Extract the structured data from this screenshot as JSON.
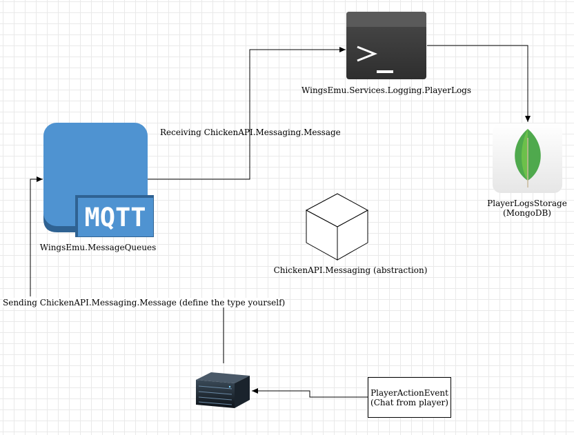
{
  "nodes": {
    "terminal": {
      "label": "WingsEmu.Services.Logging.PlayerLogs",
      "icon": "terminal-icon",
      "glyph": ">_"
    },
    "mqtt": {
      "label": "WingsEmu.MessageQueues",
      "badge": "MQTT",
      "icon": "mqtt-broker-icon",
      "color": "#4f93d1"
    },
    "mongodb": {
      "label_line1": "PlayerLogsStorage",
      "label_line2": "(MongoDB)",
      "icon": "mongodb-leaf-icon",
      "color": "#4fa94d"
    },
    "abstraction": {
      "label": "ChickenAPI.Messaging (abstraction)",
      "icon": "cube-icon"
    },
    "server": {
      "icon": "server-rack-icon"
    },
    "event": {
      "line1": "PlayerActionEvent",
      "line2": "(Chat from player)"
    }
  },
  "edges": {
    "receiving": "Receiving ChickenAPI.Messaging.Message",
    "sending": "Sending ChickenAPI.Messaging.Message (define the type yourself)"
  }
}
